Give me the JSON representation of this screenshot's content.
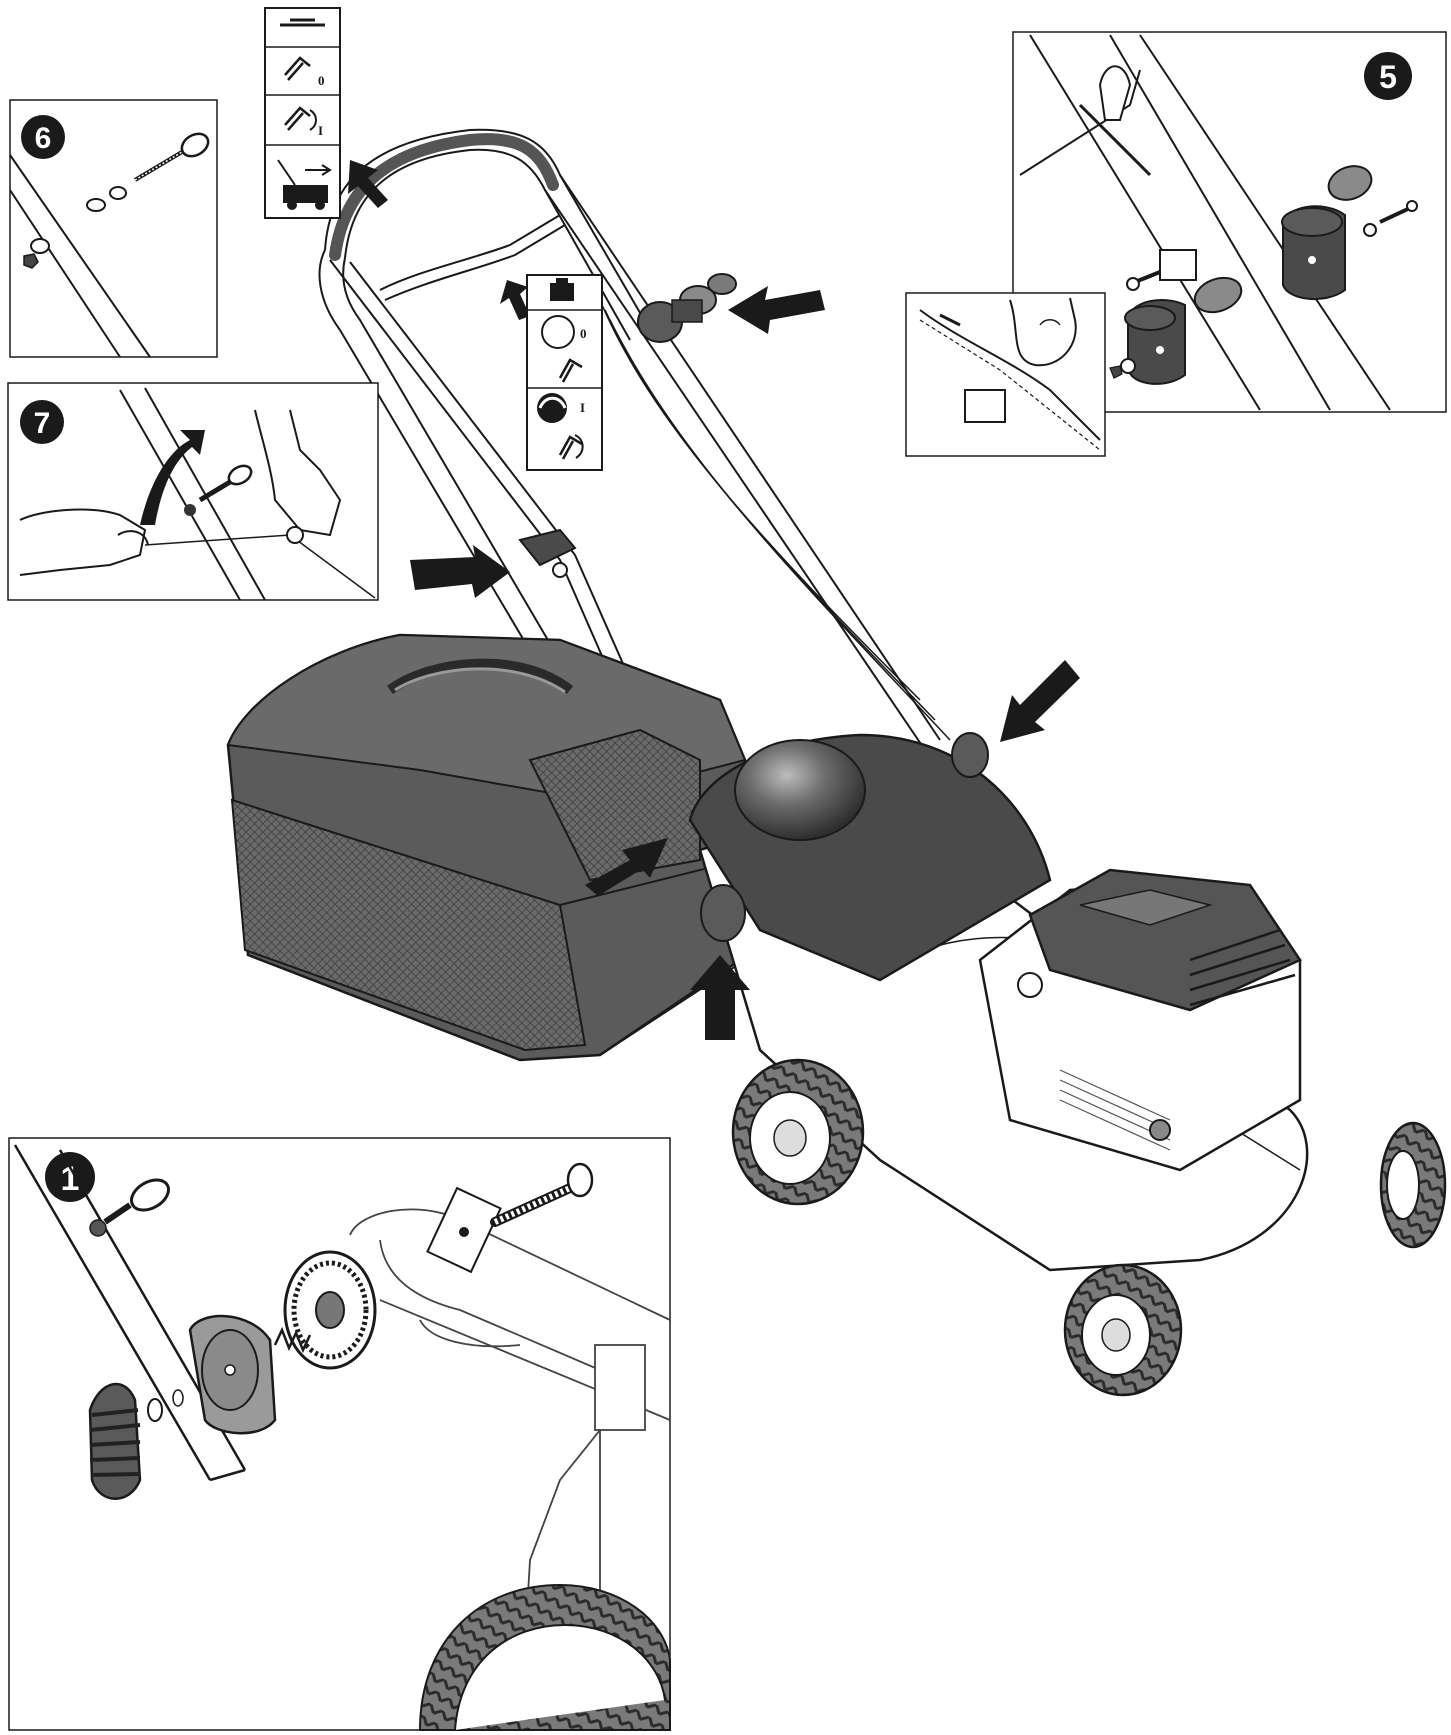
{
  "steps": {
    "one": "1",
    "five": "5",
    "six": "6",
    "seven": "7"
  },
  "symbols": {
    "off": "0",
    "on": "I"
  },
  "colors": {
    "ink": "#1a1a1a",
    "body_gray": "#5e5e5e",
    "dark_gray": "#3c3c3c",
    "light_gray": "#9a9a9a",
    "background": "#ffffff"
  },
  "icons": [
    "arrow-icon",
    "hand-icon",
    "lawn-mower-icon",
    "engine-icon",
    "throttle-lever-icon",
    "choke-icon",
    "knob-icon"
  ]
}
